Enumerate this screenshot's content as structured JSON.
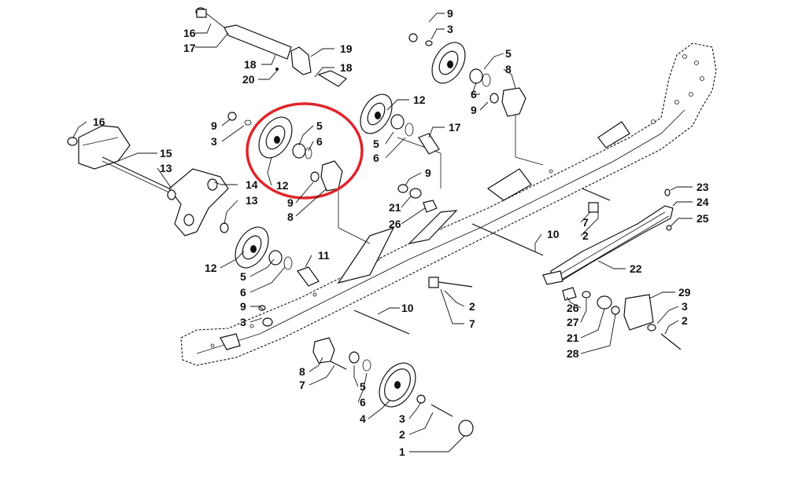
{
  "diagram": {
    "highlight": {
      "color": "#e0252b",
      "target": "wheel-group-upper-left"
    },
    "callouts": [
      {
        "id": "c16a",
        "text": "16"
      },
      {
        "id": "c17a",
        "text": "17"
      },
      {
        "id": "c18a",
        "text": "18"
      },
      {
        "id": "c20",
        "text": "20"
      },
      {
        "id": "c19",
        "text": "19"
      },
      {
        "id": "c18b",
        "text": "18"
      },
      {
        "id": "c9a",
        "text": "9"
      },
      {
        "id": "c3a",
        "text": "3"
      },
      {
        "id": "c5a",
        "text": "5"
      },
      {
        "id": "c8a",
        "text": "8"
      },
      {
        "id": "c6a",
        "text": "6"
      },
      {
        "id": "c9b",
        "text": "9"
      },
      {
        "id": "c12a",
        "text": "12"
      },
      {
        "id": "c5b",
        "text": "5"
      },
      {
        "id": "c6b",
        "text": "6"
      },
      {
        "id": "c17b",
        "text": "17"
      },
      {
        "id": "c16b",
        "text": "16"
      },
      {
        "id": "c9c",
        "text": "9"
      },
      {
        "id": "c3b",
        "text": "3"
      },
      {
        "id": "c5c",
        "text": "5"
      },
      {
        "id": "c6c",
        "text": "6"
      },
      {
        "id": "c12b",
        "text": "12"
      },
      {
        "id": "c9d",
        "text": "9"
      },
      {
        "id": "c8b",
        "text": "8"
      },
      {
        "id": "c15",
        "text": "15"
      },
      {
        "id": "c13a",
        "text": "13"
      },
      {
        "id": "c14",
        "text": "14"
      },
      {
        "id": "c13b",
        "text": "13"
      },
      {
        "id": "c12c",
        "text": "12"
      },
      {
        "id": "c5d",
        "text": "5"
      },
      {
        "id": "c6d",
        "text": "6"
      },
      {
        "id": "c11",
        "text": "11"
      },
      {
        "id": "c9e",
        "text": "9"
      },
      {
        "id": "c21a",
        "text": "21"
      },
      {
        "id": "c26a",
        "text": "26"
      },
      {
        "id": "c10a",
        "text": "10"
      },
      {
        "id": "c7a",
        "text": "7"
      },
      {
        "id": "c2a",
        "text": "2"
      },
      {
        "id": "c23",
        "text": "23"
      },
      {
        "id": "c24",
        "text": "24"
      },
      {
        "id": "c25",
        "text": "25"
      },
      {
        "id": "c22",
        "text": "22"
      },
      {
        "id": "c2b",
        "text": "2"
      },
      {
        "id": "c7b",
        "text": "7"
      },
      {
        "id": "c9f",
        "text": "9"
      },
      {
        "id": "c3c",
        "text": "3"
      },
      {
        "id": "c10b",
        "text": "10"
      },
      {
        "id": "c8c",
        "text": "8"
      },
      {
        "id": "c7c",
        "text": "7"
      },
      {
        "id": "c5e",
        "text": "5"
      },
      {
        "id": "c6e",
        "text": "6"
      },
      {
        "id": "c4",
        "text": "4"
      },
      {
        "id": "c3d",
        "text": "3"
      },
      {
        "id": "c2c",
        "text": "2"
      },
      {
        "id": "c1",
        "text": "1"
      },
      {
        "id": "c26b",
        "text": "26"
      },
      {
        "id": "c27",
        "text": "27"
      },
      {
        "id": "c21b",
        "text": "21"
      },
      {
        "id": "c28",
        "text": "28"
      },
      {
        "id": "c29",
        "text": "29"
      },
      {
        "id": "c3e",
        "text": "3"
      },
      {
        "id": "c2d",
        "text": "2"
      }
    ]
  }
}
